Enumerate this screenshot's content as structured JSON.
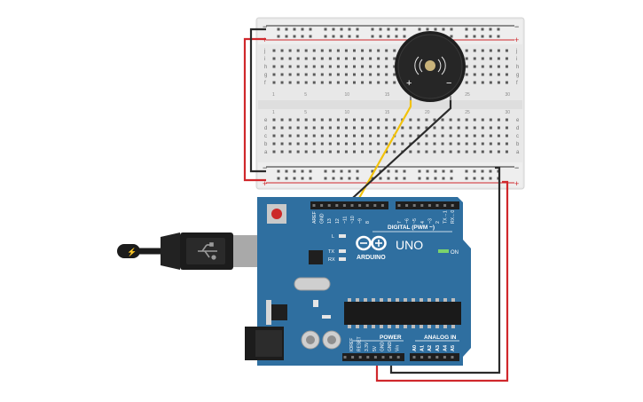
{
  "breadboard": {
    "rail_minus": "−",
    "rail_plus": "+",
    "row_letters_top": [
      "j",
      "i",
      "h",
      "g",
      "f"
    ],
    "row_letters_bottom": [
      "e",
      "d",
      "c",
      "b",
      "a"
    ],
    "column_numbers": [
      "1",
      "5",
      "10",
      "15",
      "20",
      "25",
      "30"
    ]
  },
  "buzzer": {
    "plus_label": "+",
    "minus_label": "−"
  },
  "arduino": {
    "brand": "ARDUINO",
    "model": "UNO",
    "digital_label": "DIGITAL (PWM ~)",
    "power_label": "POWER",
    "analog_label": "ANALOG IN",
    "on_label": "ON",
    "led_labels": [
      "L",
      "TX",
      "RX"
    ],
    "digital_pins": [
      "AREF",
      "GND",
      "13",
      "12",
      "~11",
      "~10",
      "~9",
      "8",
      "7",
      "~6",
      "~5",
      "4",
      "~3",
      "2",
      "TX→1",
      "RX←0"
    ],
    "power_pins": [
      "IOREF",
      "RESET",
      "3.3V",
      "5V",
      "GND",
      "GND",
      "Vin"
    ],
    "analog_pins": [
      "A0",
      "A1",
      "A2",
      "A3",
      "A4",
      "A5"
    ]
  },
  "colors": {
    "board_blue": "#2f6fa0",
    "breadboard": "#e9e9e9",
    "wire_red": "#d0282c",
    "wire_black": "#2b2b2b",
    "wire_yellow": "#f2c20a",
    "header_black": "#1e1e1e"
  }
}
